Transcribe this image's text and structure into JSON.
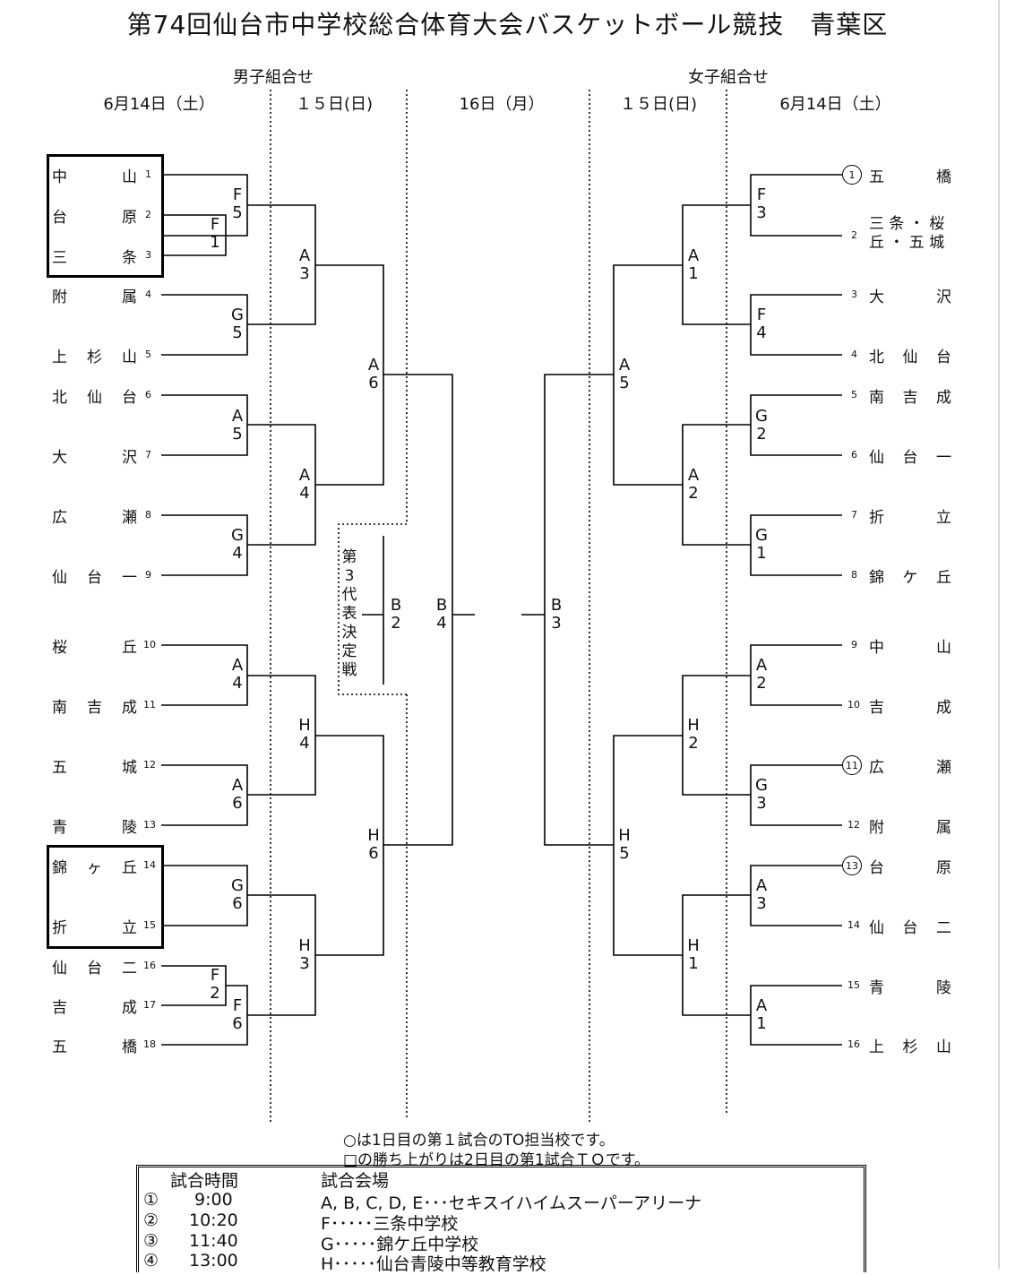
{
  "title": "第74回仙台市中学校総合体育大会バスケットボール競技　青葉区",
  "headers": {
    "boys": "男子組合せ",
    "girls": "女子組合せ",
    "d14_left": "6月14日（土）",
    "d15_left": "１５日(日)",
    "d16": "16日（月）",
    "d15_right": "１５日(日)",
    "d14_right": "6月14日（土）"
  },
  "boys": [
    {
      "a": "中",
      "b": "",
      "c": "山",
      "n": "1"
    },
    {
      "a": "台",
      "b": "",
      "c": "原",
      "n": "2"
    },
    {
      "a": "三",
      "b": "",
      "c": "条",
      "n": "3"
    },
    {
      "a": "附",
      "b": "",
      "c": "属",
      "n": "4"
    },
    {
      "a": "上",
      "b": "杉",
      "c": "山",
      "n": "5"
    },
    {
      "a": "北",
      "b": "仙",
      "c": "台",
      "n": "6"
    },
    {
      "a": "大",
      "b": "",
      "c": "沢",
      "n": "7"
    },
    {
      "a": "広",
      "b": "",
      "c": "瀬",
      "n": "8"
    },
    {
      "a": "仙",
      "b": "台",
      "c": "一",
      "n": "9"
    },
    {
      "a": "桜",
      "b": "",
      "c": "丘",
      "n": "10"
    },
    {
      "a": "南",
      "b": "吉",
      "c": "成",
      "n": "11"
    },
    {
      "a": "五",
      "b": "",
      "c": "城",
      "n": "12"
    },
    {
      "a": "青",
      "b": "",
      "c": "陵",
      "n": "13"
    },
    {
      "a": "錦",
      "b": "ヶ",
      "c": "丘",
      "n": "14"
    },
    {
      "a": "折",
      "b": "",
      "c": "立",
      "n": "15"
    },
    {
      "a": "仙",
      "b": "台",
      "c": "二",
      "n": "16"
    },
    {
      "a": "吉",
      "b": "",
      "c": "成",
      "n": "17"
    },
    {
      "a": "五",
      "b": "",
      "c": "橋",
      "n": "18"
    }
  ],
  "girls": [
    {
      "n": "1",
      "a": "五",
      "b": "",
      "c": "橋",
      "circled": true
    },
    {
      "n": "2",
      "line1": "三 条 ・ 桜",
      "line2": "丘 ・ 五 城"
    },
    {
      "n": "3",
      "a": "大",
      "b": "",
      "c": "沢"
    },
    {
      "n": "4",
      "a": "北",
      "b": "仙",
      "c": "台"
    },
    {
      "n": "5",
      "a": "南",
      "b": "吉",
      "c": "成"
    },
    {
      "n": "6",
      "a": "仙",
      "b": "台",
      "c": "一"
    },
    {
      "n": "7",
      "a": "折",
      "b": "",
      "c": "立"
    },
    {
      "n": "8",
      "a": "錦",
      "b": "ケ",
      "c": "丘"
    },
    {
      "n": "9",
      "a": "中",
      "b": "",
      "c": "山"
    },
    {
      "n": "10",
      "a": "吉",
      "b": "",
      "c": "成"
    },
    {
      "n": "11",
      "a": "広",
      "b": "",
      "c": "瀬",
      "circled": true
    },
    {
      "n": "12",
      "a": "附",
      "b": "",
      "c": "属"
    },
    {
      "n": "13",
      "a": "台",
      "b": "",
      "c": "原",
      "circled": true
    },
    {
      "n": "14",
      "a": "仙",
      "b": "台",
      "c": "二"
    },
    {
      "n": "15",
      "a": "青",
      "b": "",
      "c": "陵"
    },
    {
      "n": "16",
      "a": "上",
      "b": "杉",
      "c": "山"
    }
  ],
  "codes": {
    "F5": "F5",
    "F1": "F1",
    "G5": "G5",
    "A5b": "A5",
    "G4": "G4",
    "A4b": "A4",
    "A6b": "A6",
    "G6": "G6",
    "F2": "F2",
    "F6": "F6",
    "A3b": "A3",
    "A4b2": "A4",
    "H4": "H4",
    "H3": "H3",
    "A6b2": "A6",
    "H6": "H6",
    "B2": "B2",
    "B4": "B4",
    "B3": "B3",
    "A5g": "A5",
    "H5": "H5",
    "A1g": "A1",
    "A2g": "A2",
    "H2": "H2",
    "H1": "H1",
    "F3": "F3",
    "F4": "F4",
    "G2": "G2",
    "G1": "G1",
    "A2g2": "A2",
    "G3": "G3",
    "A3g": "A3",
    "A1g2": "A1"
  },
  "third_place": "第3代表決定戦",
  "notes": {
    "line1": "○は1日目の第１試合のTO担当校です。",
    "line2": "□の勝ち上がりは2日目の第1試合ＴＯです。"
  },
  "schedule": {
    "head_time": "試合時間",
    "head_venue": "試合会場",
    "rows": [
      {
        "mark": "①",
        "time": "9:00",
        "venue": "A, B, C, D, E･･･セキスイハイムスーパーアリーナ"
      },
      {
        "mark": "②",
        "time": "10:20",
        "venue": "F･････三条中学校"
      },
      {
        "mark": "③",
        "time": "11:40",
        "venue": "G･････錦ケ丘中学校"
      },
      {
        "mark": "④",
        "time": "13:00",
        "venue": "H･････仙台青陵中等教育学校"
      }
    ]
  }
}
